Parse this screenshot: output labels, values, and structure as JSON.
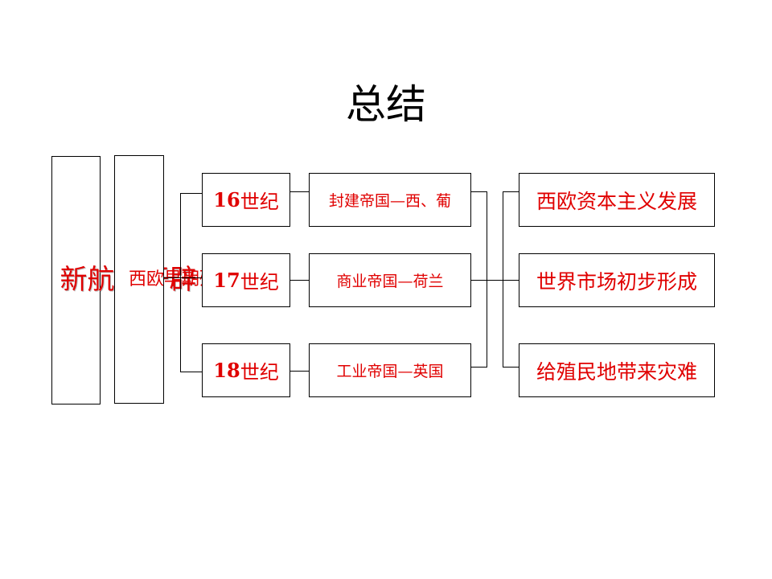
{
  "slide": {
    "title": "总结",
    "root_label": "新航路开辟",
    "stage_label": "西欧早期殖民扩张",
    "centuries": [
      {
        "num": "16",
        "unit": "世纪",
        "empire": "封建帝国—西、葡"
      },
      {
        "num": "17",
        "unit": "世纪",
        "empire": "商业帝国—荷兰"
      },
      {
        "num": "18",
        "unit": "世纪",
        "empire": "工业帝国—英国"
      }
    ],
    "results": [
      "西欧资本主义发展",
      "世界市场初步形成",
      "给殖民地带来灾难"
    ]
  },
  "colors": {
    "text_accent": "#e00000",
    "text_default": "#000000",
    "border": "#000000",
    "background": "#ffffff"
  }
}
